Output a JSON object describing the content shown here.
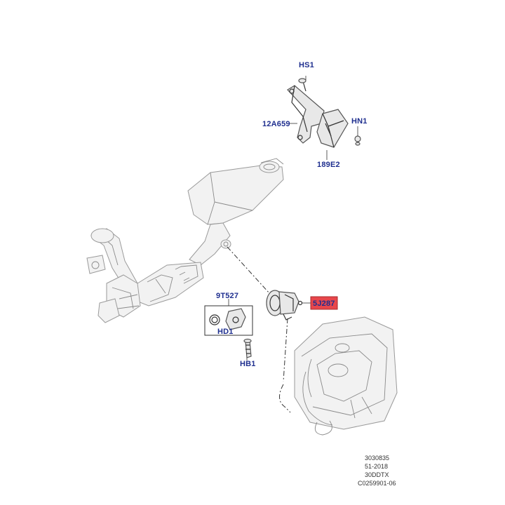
{
  "callouts": {
    "hs1": "HS1",
    "a12659": "12A659",
    "hn1": "HN1",
    "e189": "189E2",
    "t9527": "9T527",
    "hd1": "HD1",
    "hb1": "HB1",
    "j5287": "5J287"
  },
  "highlight_color": "#e8464b",
  "callout_color": "#1f2f8f",
  "footer": {
    "line1": "3030835",
    "line2": "51-2018",
    "line3": "30DDTX",
    "line4": "C0259901-06"
  }
}
